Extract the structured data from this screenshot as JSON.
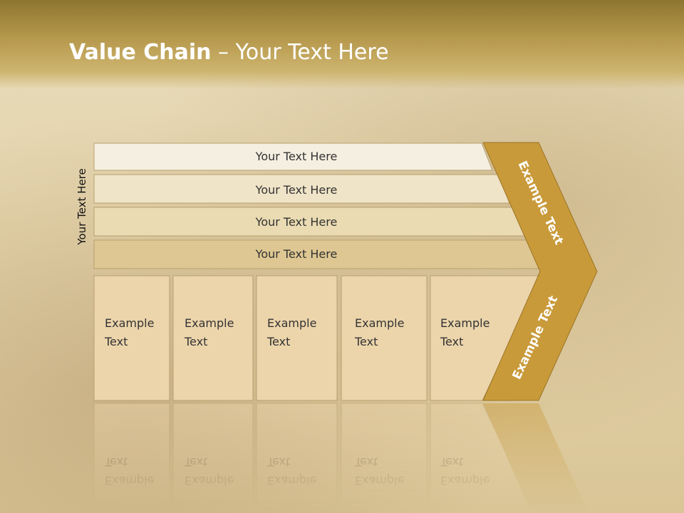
{
  "slide": {
    "title_bold": "Value Chain",
    "title_rest": " – Your Text Here",
    "side_label": "Your Text Here"
  },
  "bars": [
    {
      "label": "Your Text Here",
      "fill": "#f5efe1"
    },
    {
      "label": "Your Text Here",
      "fill": "#f0e4c8"
    },
    {
      "label": "Your Text Here",
      "fill": "#eadbb2"
    },
    {
      "label": "Your Text Here",
      "fill": "#dec792"
    }
  ],
  "columns": [
    {
      "line1": "Example",
      "line2": "Text"
    },
    {
      "line1": "Example",
      "line2": "Text"
    },
    {
      "line1": "Example",
      "line2": "Text"
    },
    {
      "line1": "Example",
      "line2": "Text"
    },
    {
      "line1": "Example",
      "line2": "Text"
    }
  ],
  "chevron": {
    "upper_label": "Example Text",
    "lower_label": "Example Text",
    "color": "#c99a3a"
  },
  "colors": {
    "header": "#b79a4e",
    "column_fill": "#ecd5ab",
    "border": "#b8a070"
  }
}
